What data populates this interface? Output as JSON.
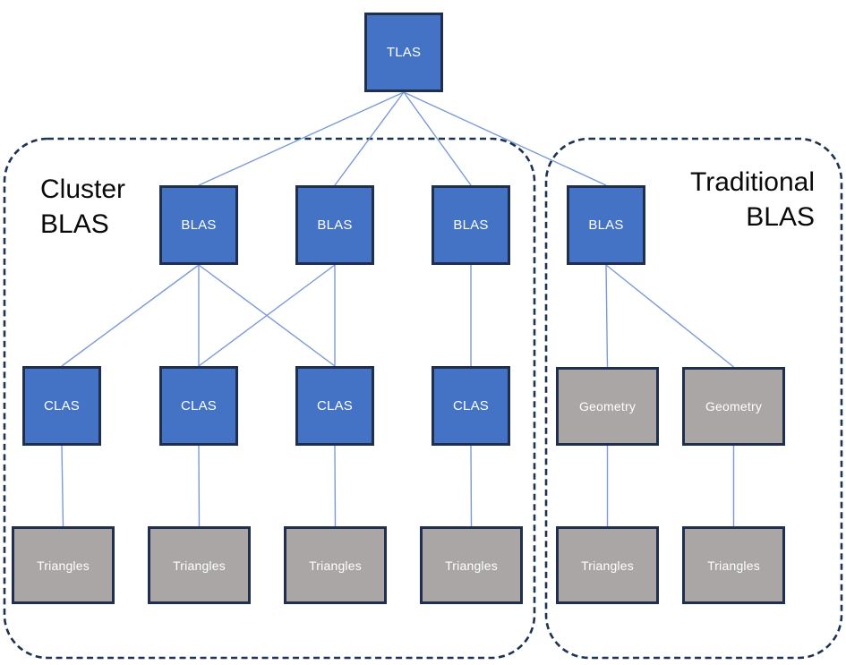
{
  "diagram": {
    "groups": [
      {
        "id": "cluster",
        "label": "Cluster BLAS"
      },
      {
        "id": "traditional",
        "label": "Traditional BLAS"
      }
    ],
    "nodes": [
      {
        "id": "tlas",
        "label": "TLAS",
        "style": "blue"
      },
      {
        "id": "blas1",
        "label": "BLAS",
        "style": "blue"
      },
      {
        "id": "blas2",
        "label": "BLAS",
        "style": "blue"
      },
      {
        "id": "blas3",
        "label": "BLAS",
        "style": "blue"
      },
      {
        "id": "blas4",
        "label": "BLAS",
        "style": "blue"
      },
      {
        "id": "clas1",
        "label": "CLAS",
        "style": "blue"
      },
      {
        "id": "clas2",
        "label": "CLAS",
        "style": "blue"
      },
      {
        "id": "clas3",
        "label": "CLAS",
        "style": "blue"
      },
      {
        "id": "clas4",
        "label": "CLAS",
        "style": "blue"
      },
      {
        "id": "geo1",
        "label": "Geometry",
        "style": "gray"
      },
      {
        "id": "geo2",
        "label": "Geometry",
        "style": "gray"
      },
      {
        "id": "tri1",
        "label": "Triangles",
        "style": "gray"
      },
      {
        "id": "tri2",
        "label": "Triangles",
        "style": "gray"
      },
      {
        "id": "tri3",
        "label": "Triangles",
        "style": "gray"
      },
      {
        "id": "tri4",
        "label": "Triangles",
        "style": "gray"
      },
      {
        "id": "tri5",
        "label": "Triangles",
        "style": "gray"
      },
      {
        "id": "tri6",
        "label": "Triangles",
        "style": "gray"
      }
    ],
    "edges": [
      [
        "tlas",
        "blas1"
      ],
      [
        "tlas",
        "blas2"
      ],
      [
        "tlas",
        "blas3"
      ],
      [
        "tlas",
        "blas4"
      ],
      [
        "blas1",
        "clas1"
      ],
      [
        "blas1",
        "clas2"
      ],
      [
        "blas1",
        "clas3"
      ],
      [
        "blas2",
        "clas2"
      ],
      [
        "blas2",
        "clas3"
      ],
      [
        "blas3",
        "clas4"
      ],
      [
        "blas4",
        "geo1"
      ],
      [
        "blas4",
        "geo2"
      ],
      [
        "clas1",
        "tri1"
      ],
      [
        "clas2",
        "tri2"
      ],
      [
        "clas3",
        "tri3"
      ],
      [
        "clas4",
        "tri4"
      ],
      [
        "geo1",
        "tri5"
      ],
      [
        "geo2",
        "tri6"
      ]
    ],
    "colors": {
      "blue_fill": "#4472c4",
      "gray_fill": "#a9a6a5",
      "node_border": "#1f2f4d",
      "container_border": "#1e3252",
      "connector": "#7b9ad8"
    }
  }
}
